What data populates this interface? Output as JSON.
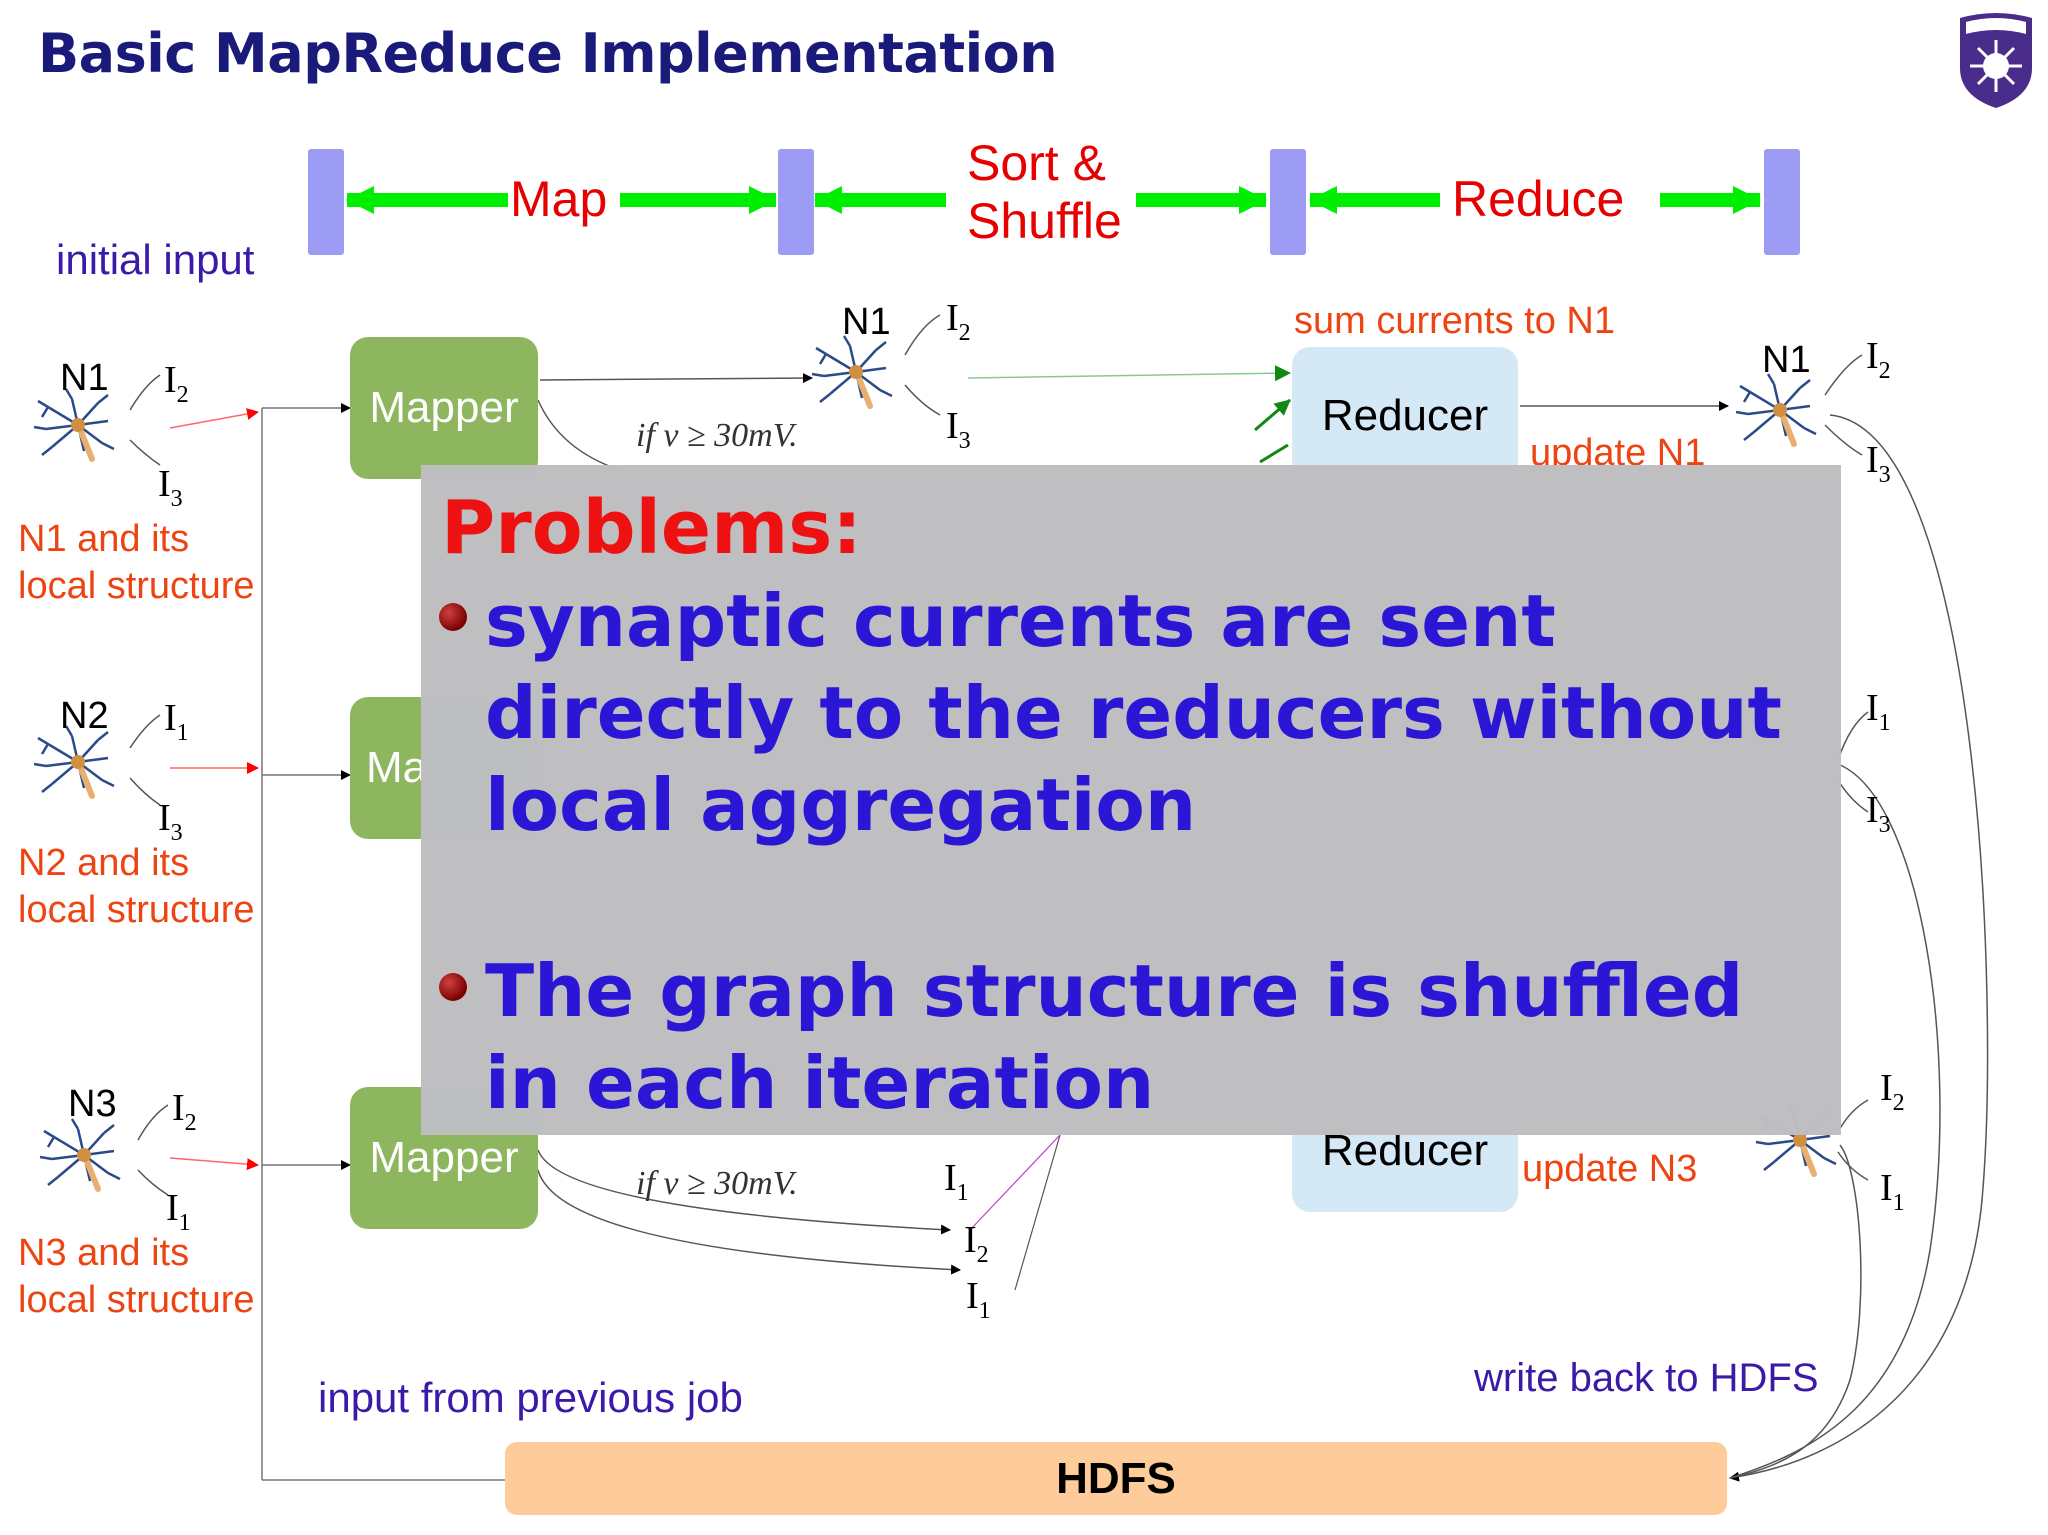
{
  "slide": {
    "title": "Basic MapReduce Implementation"
  },
  "phases": {
    "map": "Map",
    "sort_shuffle_line1": "Sort &",
    "sort_shuffle_line2": "Shuffle",
    "reduce": "Reduce"
  },
  "labels": {
    "initial_input": "initial input",
    "input_from_previous_job": "input from previous job",
    "write_back": "write back to HDFS",
    "sum_currents": "sum currents to N1",
    "update_n1": "update N1",
    "update_n3": "update N3"
  },
  "nodes": [
    {
      "id": "N1",
      "desc_line1": "N1 and its",
      "desc_line2": "local structure",
      "in_top": "I",
      "in_top_sub": "2",
      "in_bottom": "I",
      "in_bottom_sub": "3"
    },
    {
      "id": "N2",
      "desc_line1": "N2 and its",
      "desc_line2": "local structure",
      "in_top": "I",
      "in_top_sub": "1",
      "in_bottom": "I",
      "in_bottom_sub": "3"
    },
    {
      "id": "N3",
      "desc_line1": "N3 and its",
      "desc_line2": "local structure",
      "in_top": "I",
      "in_top_sub": "2",
      "in_bottom": "I",
      "in_bottom_sub": "1"
    }
  ],
  "mappers": {
    "label": "Mapper",
    "partial_label": "Ma"
  },
  "reducers": {
    "label": "Reducer"
  },
  "conditions": {
    "threshold": "if v ≥ 30mV."
  },
  "mid_nodes": {
    "n1": "N1",
    "i2": "I",
    "i2_sub": "2",
    "i3": "I",
    "i3_sub": "3",
    "i1": "I",
    "i1_sub": "1"
  },
  "right_nodes": {
    "n1": "N1",
    "r1_top": "I",
    "r1_top_sub": "2",
    "r1_bottom": "I",
    "r1_bottom_sub": "3",
    "r2_top": "I",
    "r2_top_sub": "1",
    "r2_bottom": "I",
    "r2_bottom_sub": "3",
    "r3_top": "I",
    "r3_top_sub": "2",
    "r3_bottom": "I",
    "r3_bottom_sub": "1"
  },
  "bottom_outputs": {
    "i2": "I",
    "i2_sub": "2",
    "i1": "I",
    "i1_sub": "1"
  },
  "hdfs": {
    "label": "HDFS"
  },
  "problems": {
    "heading": "Problems:",
    "items": [
      "synaptic currents are sent directly to the reducers without local aggregation",
      "The graph structure is shuffled in each iteration"
    ]
  },
  "colors": {
    "title": "#1a1a7a",
    "phase_arrow": "#00ee00",
    "phase_text": "#e60000",
    "mapper": "#8db65e",
    "reducer": "#d4e8f5",
    "hdfs": "#fdcc9a",
    "bullet_text": "#2a16d4",
    "problems_heading": "#ee1111"
  }
}
